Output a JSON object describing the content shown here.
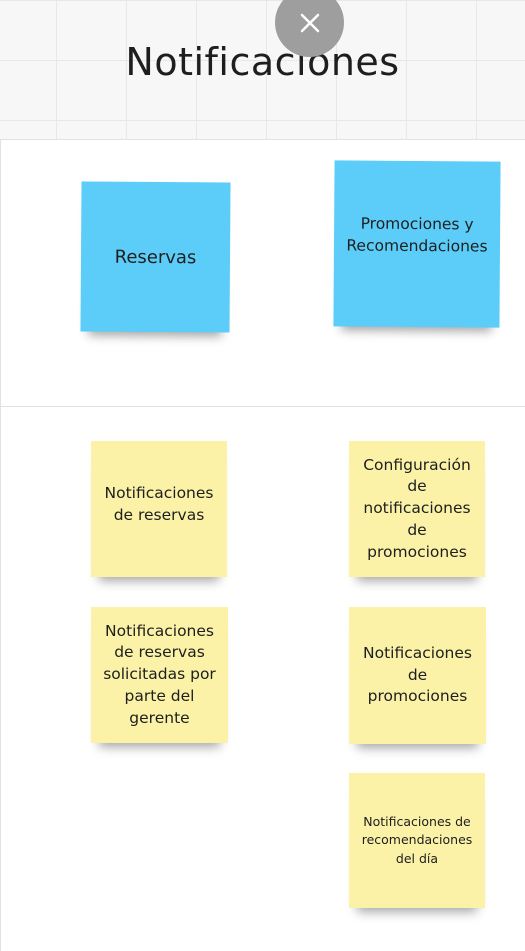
{
  "board": {
    "title": "Notificaciones",
    "colors": {
      "blue_note": "#5bcdf8",
      "yellow_note": "#fbf2a8",
      "close_button": "#9e9e9e"
    }
  },
  "close_button": {
    "icon": "close-icon"
  },
  "categories": {
    "reservas": "Reservas",
    "promociones": "Promociones y Recomendaciones"
  },
  "notes": {
    "notificaciones_reservas": "Notificaciones de reservas",
    "reservas_gerente": "Notificaciones de reservas solicitadas por parte del gerente",
    "config_promociones": "Configuración de notificaciones de promociones",
    "notificaciones_promociones": "Notificaciones de promociones",
    "recomendaciones_dia": "Notificaciones de recomendaciones del día"
  }
}
